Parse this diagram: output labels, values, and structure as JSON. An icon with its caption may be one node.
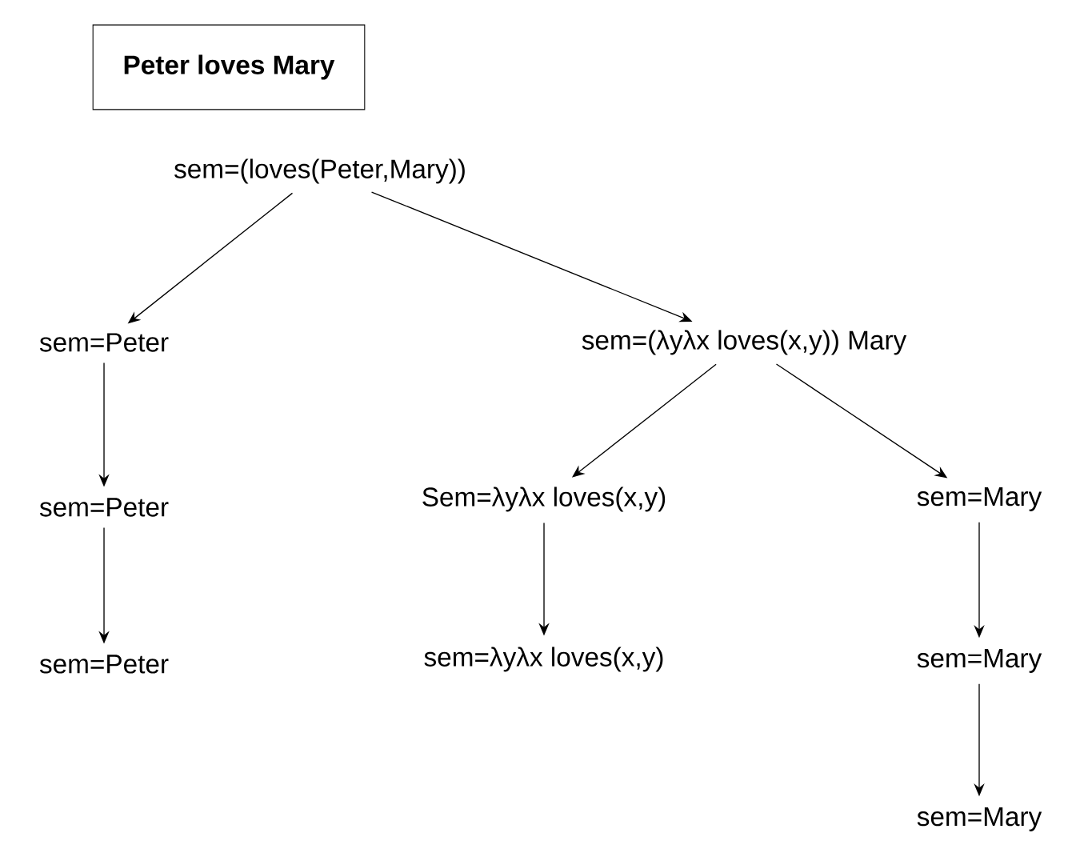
{
  "diagram": {
    "nodes": [
      {
        "text": [
          "Peter loves Mary"
        ]
      },
      {
        "text": [
          "sem=(loves(Peter,Mary))"
        ]
      },
      {
        "text": [
          "sem=Peter"
        ]
      },
      {
        "text": [
          "sem=(λyλx loves(x,y)) Mary"
        ]
      },
      {
        "text": [
          "sem=Peter"
        ]
      },
      {
        "text": [
          "Sem=λyλx loves(x,y)"
        ]
      },
      {
        "text": [
          "sem=Mary"
        ]
      },
      {
        "text": [
          "sem=Peter"
        ]
      },
      {
        "text": [
          "sem=λyλx loves(x,y)"
        ]
      },
      {
        "text": [
          "sem=Mary"
        ]
      },
      {
        "text": [
          "sem=Mary"
        ]
      }
    ],
    "edges": [
      {
        "from": 1,
        "to": 2,
        "arrow": "to"
      },
      {
        "from": 1,
        "to": 3,
        "arrow": "to"
      },
      {
        "from": 2,
        "to": 4,
        "arrow": "to"
      },
      {
        "from": 3,
        "to": 5,
        "arrow": "to"
      },
      {
        "from": 3,
        "to": 6,
        "arrow": "to"
      },
      {
        "from": 4,
        "to": 7,
        "arrow": "to"
      },
      {
        "from": 5,
        "to": 8,
        "arrow": "to"
      },
      {
        "from": 6,
        "to": 9,
        "arrow": "to"
      },
      {
        "from": 9,
        "to": 10,
        "arrow": "to"
      }
    ]
  }
}
